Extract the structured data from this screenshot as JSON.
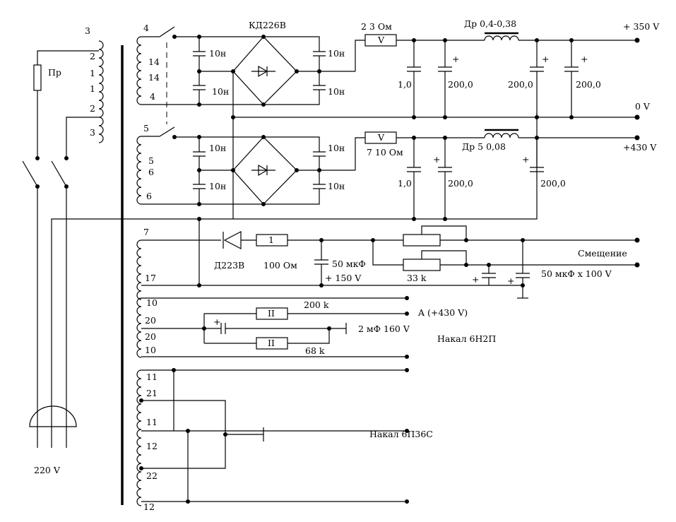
{
  "colors": {
    "wire": "#000000",
    "background": "#ffffff"
  },
  "primary": {
    "fuse": "Пр",
    "mains": "220 V",
    "taps": [
      "3",
      "2",
      "1",
      "1",
      "2",
      "3"
    ]
  },
  "section1": {
    "windings": [
      "4",
      "14",
      "14",
      "4"
    ],
    "bridge": "КД226В",
    "bridge_caps": [
      "10н",
      "10н",
      "10н",
      "10н"
    ],
    "resistor": "2  3 Ом",
    "resistor_mark": "V",
    "cap_small": "1,0",
    "cap_a": "200,0",
    "choke": "Др 0,4-0,38",
    "cap_b": "200,0",
    "cap_c": "200,0",
    "out_high": "+ 350 V",
    "out_zero": "0 V"
  },
  "section2": {
    "windings": [
      "5",
      "5",
      "6",
      "6"
    ],
    "bridge_caps": [
      "10н",
      "10н",
      "10н",
      "10н"
    ],
    "resistor": "7  10 Ом",
    "resistor_mark": "V",
    "cap_small": "1,0",
    "cap_a": "200,0",
    "choke": "Др 5  0,08",
    "cap_b": "200,0",
    "out_high": "+430 V"
  },
  "bias": {
    "windings": [
      "7",
      "17"
    ],
    "diode": "Д223В",
    "resistor_mark": "1",
    "resistor": "100 Ом",
    "cap": "50 мкФ",
    "cap_plus": "+  150 V",
    "pot": "33 k",
    "caps2": "50 мкФ х 100 V",
    "output": "Смещение"
  },
  "heater1": {
    "windings": [
      "10",
      "20",
      "20",
      "10"
    ],
    "r1_mark": "II",
    "r1": "200 k",
    "anode": "A  (+430 V)",
    "cap": "2 мФ 160 V",
    "r2_mark": "II",
    "r2": "68 k",
    "label": "Накал 6Н2П"
  },
  "heater2": {
    "windings": [
      "11",
      "21",
      "11",
      "12",
      "22",
      "12"
    ],
    "label": "Накал 6П36С"
  }
}
